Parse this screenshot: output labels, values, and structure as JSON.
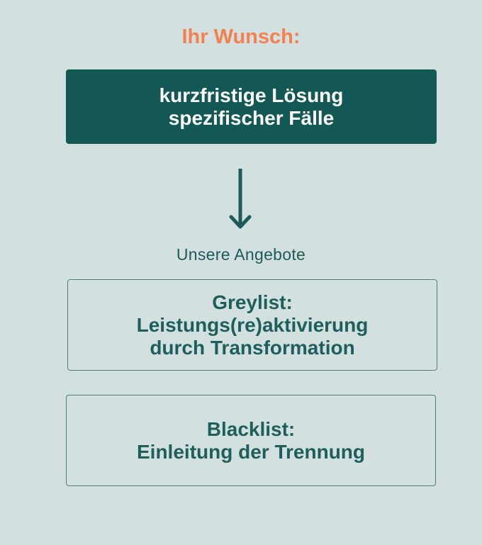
{
  "title": "Ihr Wunsch:",
  "wish": {
    "line1": "kurzfristige Lösung",
    "line2": "spezifischer Fälle"
  },
  "offers_label": "Unsere Angebote",
  "offers": [
    {
      "line1": "Greylist:",
      "line2": "Leistungs(re)aktivierung",
      "line3": "durch Transformation"
    },
    {
      "line1": "Blacklist:",
      "line2": "Einleitung der Trennung"
    }
  ]
}
